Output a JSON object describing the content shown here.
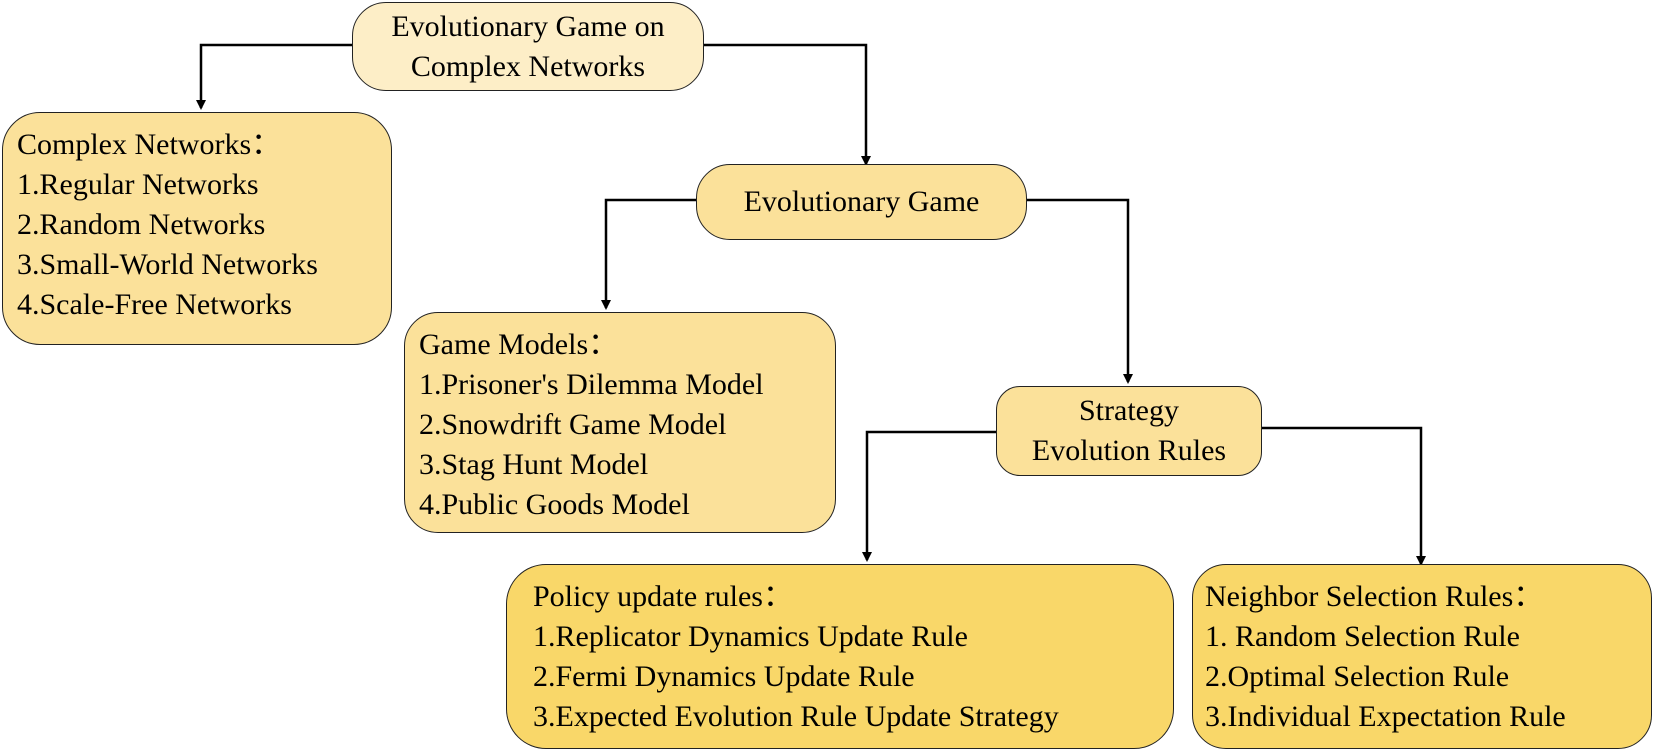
{
  "colors": {
    "root_fill": "#fdeec7",
    "light_fill": "#fbe19a",
    "deep_fill": "#f9d769",
    "stroke": "#222222",
    "arrow": "#000000"
  },
  "root": {
    "line1": "Evolutionary Game on",
    "line2": "Complex Networks"
  },
  "complex_networks": {
    "title": "Complex Networks：",
    "items": [
      "1.Regular Networks",
      "2.Random Networks",
      "3.Small-World Networks",
      "4.Scale-Free Networks"
    ]
  },
  "evolutionary_game": {
    "label": "Evolutionary Game"
  },
  "game_models": {
    "title": "Game Models：",
    "items": [
      "1.Prisoner's Dilemma Model",
      "2.Snowdrift Game Model",
      "3.Stag Hunt Model",
      "4.Public Goods Model"
    ]
  },
  "strategy_rules": {
    "line1": "Strategy",
    "line2": "Evolution Rules"
  },
  "policy_update": {
    "title": "Policy update rules：",
    "items": [
      "1.Replicator Dynamics Update Rule",
      "2.Fermi Dynamics Update Rule",
      "3.Expected Evolution Rule Update Strategy"
    ]
  },
  "neighbor_selection": {
    "title": "Neighbor Selection Rules：",
    "items": [
      "1. Random Selection Rule",
      "2.Optimal Selection Rule",
      "3.Individual Expectation Rule"
    ]
  }
}
